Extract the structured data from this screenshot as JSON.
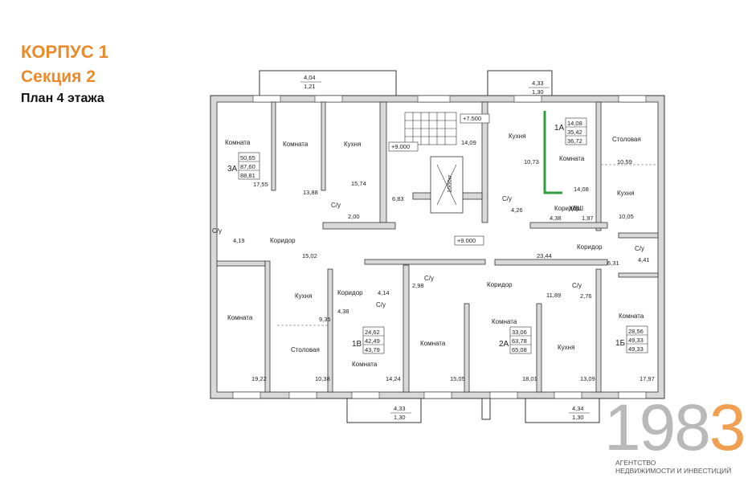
{
  "header": {
    "building": "КОРПУС 1",
    "section": "Секция 2",
    "floor_plan": "План 4 этажа"
  },
  "logo": {
    "number_gray": "198",
    "number_accent": "3",
    "line1": "АГЕНТСТВО",
    "line2": "НЕДВИЖИМОСТИ И ИНВЕСТИЦИЙ"
  },
  "colors": {
    "accent": "#ea8a2a",
    "wall": "#d9d9d9",
    "line": "#333333",
    "highlight": "#2e9e3e"
  },
  "rooms": {
    "komnata": "Комната",
    "kuhnya": "Кухня",
    "stolovaya": "Столовая",
    "koridor": "Коридор",
    "su": "С/у",
    "hvsh": "ХВШ"
  },
  "levels": {
    "l1": "+7.500",
    "l2": "+9.000",
    "l3": "+9.000"
  },
  "lift": "1000кг",
  "apartments": {
    "a3": {
      "code": "3А",
      "v1": "50,65",
      "v2": "87,60",
      "v3": "88,81"
    },
    "a1a": {
      "code": "1А",
      "v1": "14,08",
      "v2": "35,42",
      "v3": "36,72"
    },
    "a1b": {
      "code": "1В",
      "v1": "24,62",
      "v2": "42,49",
      "v3": "43,79"
    },
    "a2a": {
      "code": "2А",
      "v1": "33,06",
      "v2": "63,78",
      "v3": "65,08"
    },
    "a1bb": {
      "code": "1Б",
      "v1": "28,56",
      "v2": "49,33",
      "v3": "49,33"
    }
  },
  "balconies": {
    "b1": {
      "a": "4,04",
      "b": "1,21"
    },
    "b2": {
      "a": "4,33",
      "b": "1,30"
    },
    "b3": {
      "a": "4,33",
      "b": "1,30"
    },
    "b4": {
      "a": "4,34",
      "b": "1,30"
    }
  },
  "areas": {
    "a1755": "17,55",
    "a1388": "13,88",
    "a1574": "15,74",
    "a683": "6,83",
    "a200": "2,00",
    "a419": "4,19",
    "a1502": "15,02",
    "a1409": "14,09",
    "a1073": "10,73",
    "a1408": "14,08",
    "a1059": "10,59",
    "a426": "4,26",
    "a438a": "4,38",
    "a197": "1,97",
    "a1005": "10,05",
    "a2344": "23,44",
    "a631": "6,31",
    "a441": "4,41",
    "a298": "2,98",
    "a414": "4,14",
    "a438b": "4,38",
    "a935": "9,35",
    "a1189": "11,89",
    "a276": "2,76",
    "a1922": "19,22",
    "a1038": "10,38",
    "a1424": "14,24",
    "a1505": "15,05",
    "a1801": "18,01",
    "a1309": "13,09",
    "a1797": "17,97"
  }
}
